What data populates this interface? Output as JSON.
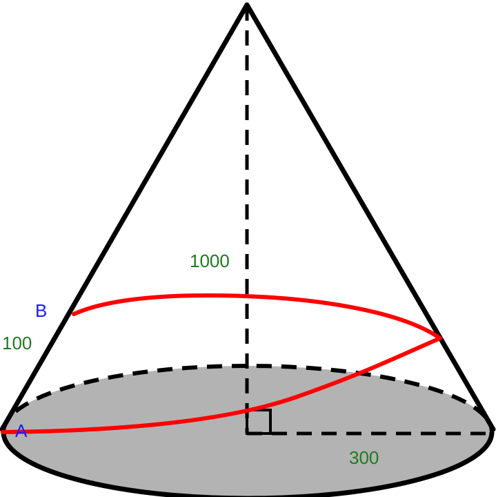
{
  "labels": {
    "height": "1000",
    "radius": "300",
    "segment": "100",
    "point_a": "A",
    "point_b": "B"
  },
  "colors": {
    "outline": "#000000",
    "base_fill": "#b3b3b3",
    "path": "#ff0000",
    "dimension_text": "#1e7b1e",
    "point_text": "#1a1aff"
  }
}
